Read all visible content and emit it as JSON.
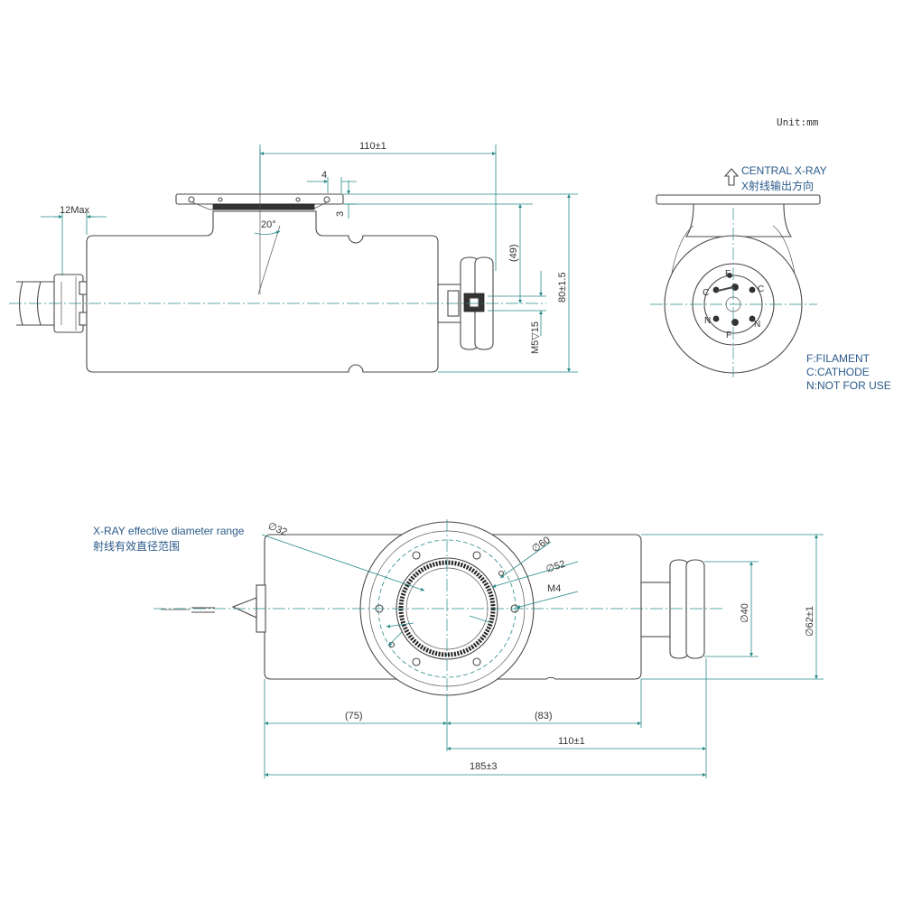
{
  "unit_label": "Unit:mm",
  "top_view": {
    "dim_overall_length": "110±1",
    "dim_flange_offset": "4",
    "dim_flange_thickness": "3",
    "dim_angle": "20°",
    "dim_cable_max": "12Max",
    "dim_center_height": "(49)",
    "dim_total_height": "80±1.5",
    "dim_thread": "M5▽15"
  },
  "end_view": {
    "direction_label_en": "CENTRAL X-RAY",
    "direction_label_zh": "X射线输出方向",
    "pin_labels": [
      "F",
      "C",
      "C",
      "N",
      "N",
      "F"
    ],
    "legend": [
      "F:FILAMENT",
      "C:CATHODE",
      "N:NOT FOR USE"
    ]
  },
  "bottom_view": {
    "xray_range_en": "X-RAY effective diameter range",
    "xray_range_zh": "射线有效直径范围",
    "dim_xray_dia": "∅32",
    "dim_flange_dia": "∅60",
    "dim_bolt_circle": "∅52",
    "dim_bolt_thread": "M4",
    "dim_anode_dia": "∅40",
    "dim_body_dia": "∅62±1",
    "dim_left_len": "(75)",
    "dim_right_len": "(83)",
    "dim_window_to_end": "110±1",
    "dim_total_len": "185±3"
  }
}
